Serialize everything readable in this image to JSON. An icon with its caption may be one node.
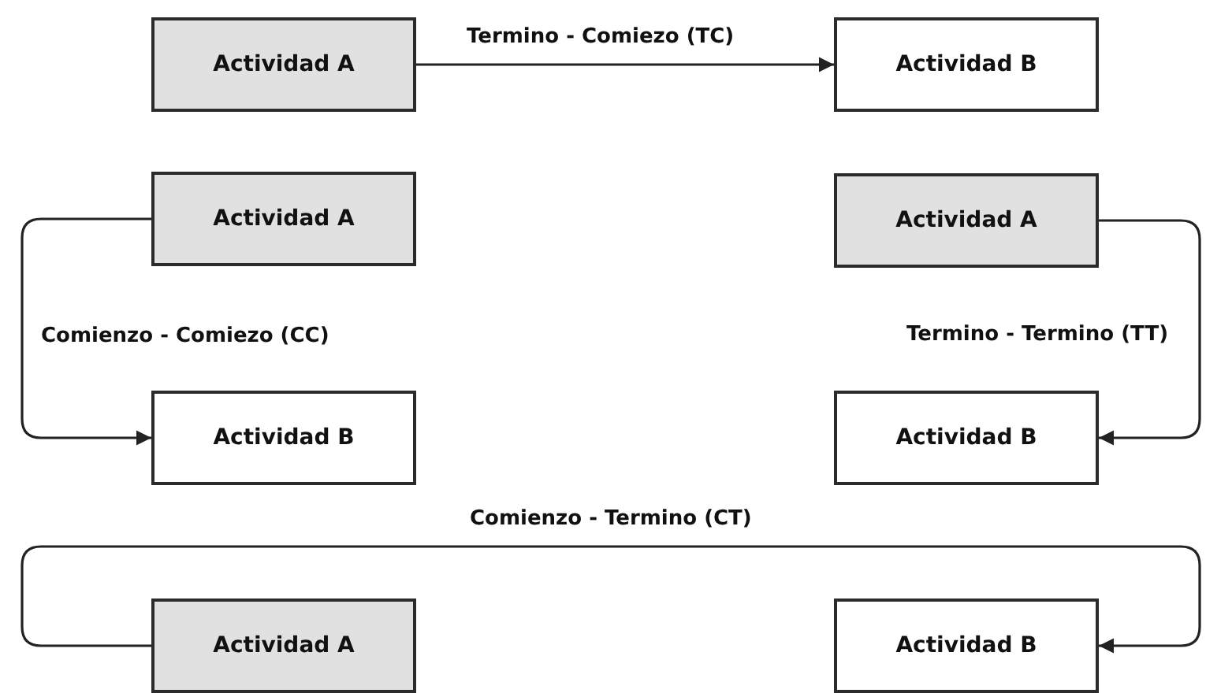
{
  "diagram": {
    "nodes": [
      {
        "text": [
          "Actividad A"
        ]
      },
      {
        "text": [
          "Actividad B"
        ]
      },
      {
        "text": [
          "Actividad A"
        ]
      },
      {
        "text": [
          "Actividad B"
        ]
      },
      {
        "text": [
          "Actividad A"
        ]
      },
      {
        "text": [
          "Actividad B"
        ]
      },
      {
        "text": [
          "Actividad A"
        ]
      },
      {
        "text": [
          "Actividad B"
        ]
      }
    ],
    "edges": [
      {
        "from": 0,
        "to": 1,
        "arrow": "to",
        "label": "Termino - Comiezo (TC)"
      },
      {
        "from": 2,
        "to": 3,
        "arrow": "to",
        "label": "Comienzo - Comiezo (CC)"
      },
      {
        "from": 4,
        "to": 5,
        "arrow": "to",
        "label": "Termino - Termino (TT)"
      },
      {
        "from": 6,
        "to": 7,
        "arrow": "to",
        "label": "Comienzo - Termino (CT)"
      }
    ]
  }
}
